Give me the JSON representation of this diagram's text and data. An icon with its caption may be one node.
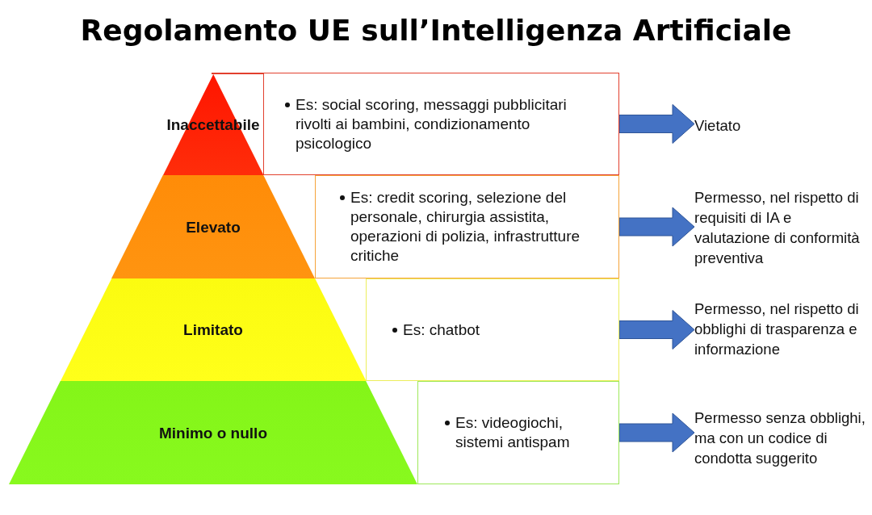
{
  "diagram": {
    "title": "Regolamento UE sull’Intelligenza Artificiale",
    "nodes": [
      {
        "text": [
          "Inaccettabile"
        ]
      },
      {
        "text": [
          "Es: social scoring, messaggi pubblicitari rivolti ai bambini, condizionamento psicologico"
        ]
      },
      {
        "text": [
          "Vietato"
        ]
      },
      {
        "text": [
          "Elevato"
        ]
      },
      {
        "text": [
          "Es: credit scoring, selezione del personale, chirurgia assistita, operazioni di polizia, infrastrutture critiche"
        ]
      },
      {
        "text": [
          "Permesso, nel rispetto di requisiti di IA e valutazione di conformità preventiva"
        ]
      },
      {
        "text": [
          "Limitato"
        ]
      },
      {
        "text": [
          "Es: chatbot"
        ]
      },
      {
        "text": [
          "Permesso, nel rispetto di obblighi di trasparenza e informazione"
        ]
      },
      {
        "text": [
          "Minimo o nullo"
        ]
      },
      {
        "text": [
          "Es: videogiochi, sistemi antispam"
        ]
      },
      {
        "text": [
          "Permesso senza obblighi, ma con un codice di condotta suggerito"
        ]
      }
    ],
    "edges": [
      {
        "from": 1,
        "to": 2,
        "arrow": "to"
      },
      {
        "from": 4,
        "to": 5,
        "arrow": "to"
      },
      {
        "from": 7,
        "to": 8,
        "arrow": "to"
      },
      {
        "from": 10,
        "to": 11,
        "arrow": "to"
      }
    ]
  }
}
